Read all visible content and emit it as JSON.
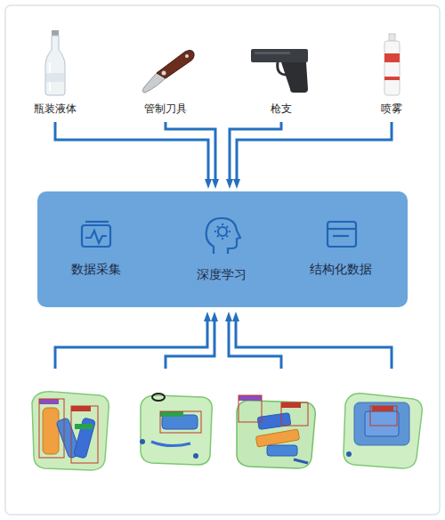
{
  "diagram": {
    "nodes": [
      {
        "text": [
          "瓶装液体"
        ]
      },
      {
        "text": [
          "管制刀具"
        ]
      },
      {
        "text": [
          "枪支"
        ]
      },
      {
        "text": [
          "喷雾"
        ]
      },
      {
        "text": [
          "数据采集",
          "深度学习",
          "结构化数据"
        ]
      }
    ],
    "edges": [
      {
        "from": 0,
        "to": 4,
        "arrow": "to"
      },
      {
        "from": 1,
        "to": 4,
        "arrow": "to"
      },
      {
        "from": 2,
        "to": 4,
        "arrow": "to"
      },
      {
        "from": 3,
        "to": 4,
        "arrow": "to"
      }
    ]
  }
}
